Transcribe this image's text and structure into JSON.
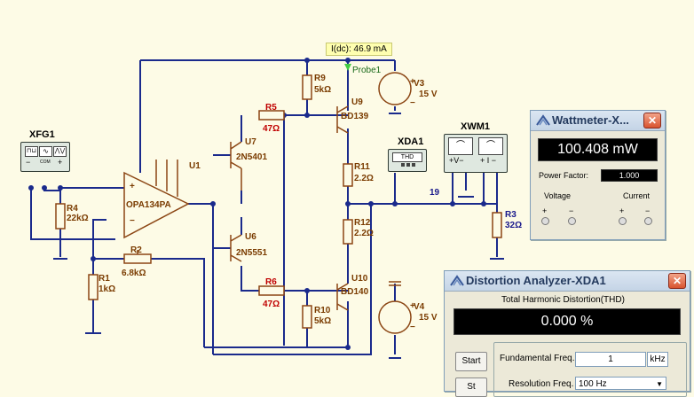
{
  "probe": {
    "text": "I(dc): 46.9 mA",
    "name": "Probe1"
  },
  "instruments": {
    "xfg1": {
      "label": "XFG1",
      "minus": "−",
      "com": "COM",
      "plus": "+"
    },
    "xda1": {
      "label": "XDA1",
      "display": "THD"
    },
    "xwm1": {
      "label": "XWM1",
      "v_label": "+V−",
      "i_label": "+ I −"
    }
  },
  "components": {
    "u1": {
      "ref": "U1",
      "part": "OPA134PA",
      "plus": "+",
      "minus": "−"
    },
    "u7": {
      "ref": "U7",
      "part": "2N5401"
    },
    "u6": {
      "ref": "U6",
      "part": "2N5551"
    },
    "u9": {
      "ref": "U9",
      "part": "BD139"
    },
    "u10": {
      "ref": "U10",
      "part": "BD140"
    },
    "r1": {
      "ref": "R1",
      "value": "1kΩ"
    },
    "r2": {
      "ref": "R2",
      "value": "6.8kΩ"
    },
    "r3": {
      "ref": "R3",
      "value": "32Ω"
    },
    "r4": {
      "ref": "R4",
      "value": "22kΩ"
    },
    "r5": {
      "ref": "R5",
      "value": "47Ω"
    },
    "r6": {
      "ref": "R6",
      "value": "47Ω"
    },
    "r9": {
      "ref": "R9",
      "value": "5kΩ"
    },
    "r10": {
      "ref": "R10",
      "value": "5kΩ"
    },
    "r11": {
      "ref": "R11",
      "value": "2.2Ω"
    },
    "r12": {
      "ref": "R12",
      "value": "2.2Ω"
    },
    "v3": {
      "ref": "V3",
      "value": "15 V",
      "plus": "+",
      "minus": "−"
    },
    "v4": {
      "ref": "V4",
      "value": "15 V",
      "plus": "+",
      "minus": "−"
    },
    "node19": "19"
  },
  "wattmeter": {
    "title": "Wattmeter-X...",
    "reading": "100.408 mW",
    "pf_label": "Power Factor:",
    "pf_value": "1.000",
    "voltage_label": "Voltage",
    "current_label": "Current",
    "plus": "+",
    "minus": "−"
  },
  "distortion": {
    "title": "Distortion Analyzer-XDA1",
    "thd_label": "Total Harmonic Distortion(THD)",
    "thd_value": "0.000 %",
    "start_label": "Start",
    "stop_label": "St",
    "fund_label": "Fundamental Freq.",
    "fund_value": "1",
    "fund_unit": "kHz",
    "res_label": "Resolution Freq.",
    "res_value": "100 Hz"
  },
  "colors": {
    "wire": "#1a2a8c",
    "component": "#8b4513",
    "background": "#fdfbe6"
  }
}
